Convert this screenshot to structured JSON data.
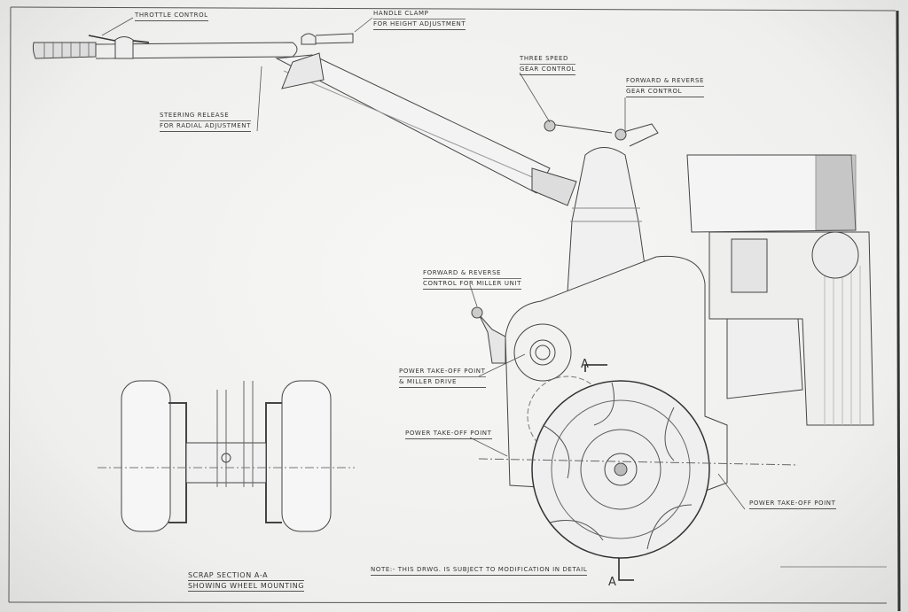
{
  "labels": {
    "throttle": "Throttle control",
    "handle_clamp": [
      "Handle clamp",
      "For height adjustment"
    ],
    "steering_release": [
      "Steering release",
      "For radial adjustment"
    ],
    "three_speed": [
      "Three speed",
      "Gear control"
    ],
    "fwd_rev_gear": [
      "Forward & reverse",
      "Gear control"
    ],
    "fwd_rev_miller": [
      "Forward & reverse",
      "Control for miller unit"
    ],
    "pto_miller": [
      "Power take-off point",
      "& miller drive"
    ],
    "pto_left": "Power take-off point",
    "pto_right": "Power take-off point"
  },
  "scrap_section": [
    "Scrap section A-A",
    "Showing wheel mounting"
  ],
  "note": "Note:- This Drwg. is subject to modification in detail",
  "section_marks": {
    "top": "A",
    "bottom": "A"
  }
}
